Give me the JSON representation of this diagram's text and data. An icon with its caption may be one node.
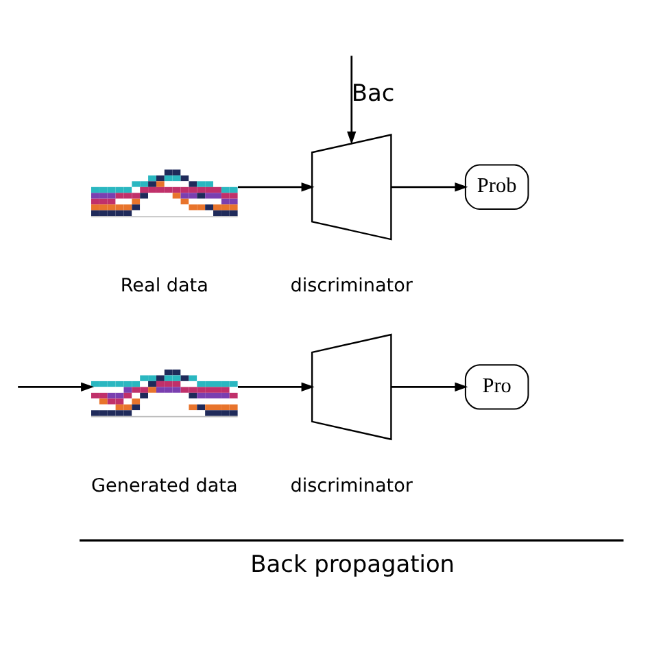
{
  "diagram": {
    "nodes": [
      {
        "text": [],
        "shape": "picture",
        "beside": [
          "Real data"
        ]
      },
      {
        "text": [],
        "shape": "trapezoid",
        "beside": [
          "discriminator"
        ]
      },
      {
        "text": [
          "Prob"
        ]
      },
      {
        "text": [],
        "shape": "picture",
        "beside": [
          "Generated data"
        ]
      },
      {
        "text": [],
        "shape": "trapezoid",
        "beside": [
          "discriminator"
        ]
      },
      {
        "text": [
          "Pro"
        ]
      }
    ],
    "edges": [
      {
        "from": null,
        "to": 1,
        "arrow": "to",
        "label": "Bac"
      },
      {
        "from": 0,
        "to": 1,
        "arrow": "to"
      },
      {
        "from": 1,
        "to": 2,
        "arrow": "to"
      },
      {
        "from": null,
        "to": 3,
        "arrow": "to"
      },
      {
        "from": 3,
        "to": 4,
        "arrow": "to"
      },
      {
        "from": 4,
        "to": 5,
        "arrow": "to"
      }
    ],
    "labels": [
      "Back propagation"
    ]
  }
}
